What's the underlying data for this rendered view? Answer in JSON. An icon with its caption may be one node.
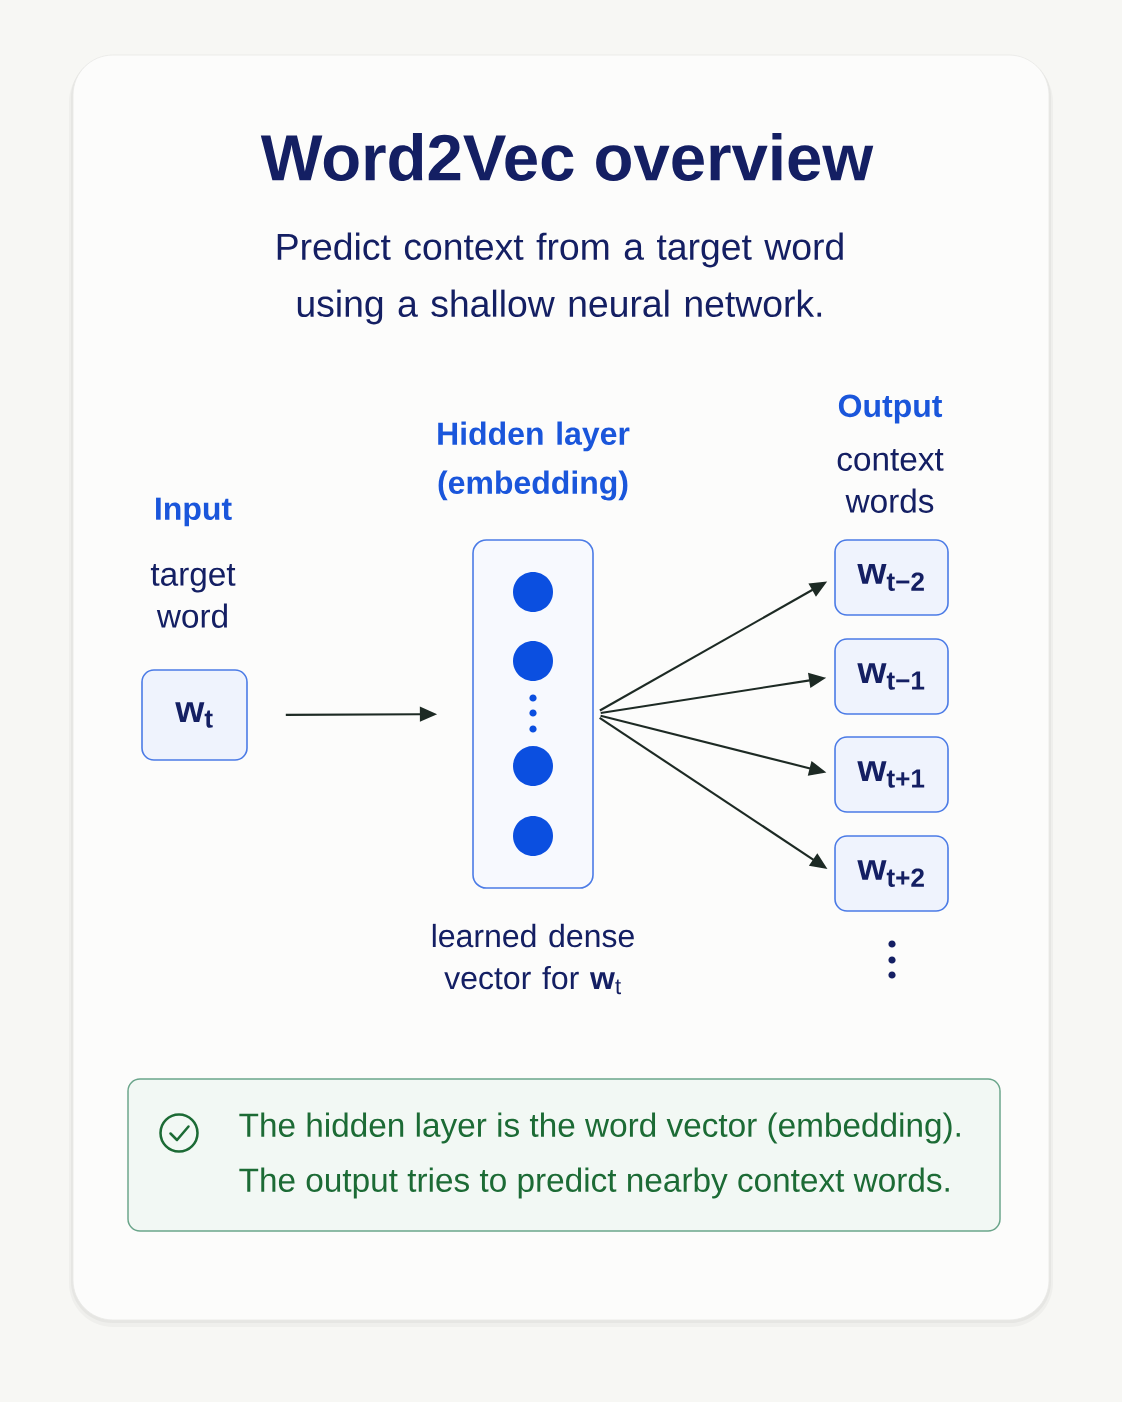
{
  "diagram": {
    "title": "Word2Vec overview",
    "nodes": [
      {
        "text": [
          "Input",
          "target word",
          "w$_{t}$"
        ]
      },
      {
        "text": [
          "Hidden layer (embedding)"
        ],
        "beside": [
          "learned dense vector for **w**$_{t}$"
        ]
      },
      {
        "text": [
          "w$_{t−2}$"
        ]
      },
      {
        "text": [
          "w$_{t−1}$"
        ]
      },
      {
        "text": [
          "w$_{t+1}$"
        ]
      },
      {
        "text": [
          "w$_{t+2}$"
        ]
      },
      {
        "text": [
          "The hidden layer is the word vector (embedding).",
          "The output tries to predict nearby context words."
        ]
      }
    ],
    "edges": [
      {
        "from": 0,
        "to": 1,
        "arrow": "to"
      },
      {
        "from": 1,
        "to": 2,
        "arrow": "to"
      },
      {
        "from": 1,
        "to": 3,
        "arrow": "to"
      },
      {
        "from": 1,
        "to": 4,
        "arrow": "to"
      },
      {
        "from": 1,
        "to": 5,
        "arrow": "to"
      }
    ],
    "labels": [
      "Predict context from a target word using a shallow neural network.",
      "Output",
      "context words"
    ]
  }
}
